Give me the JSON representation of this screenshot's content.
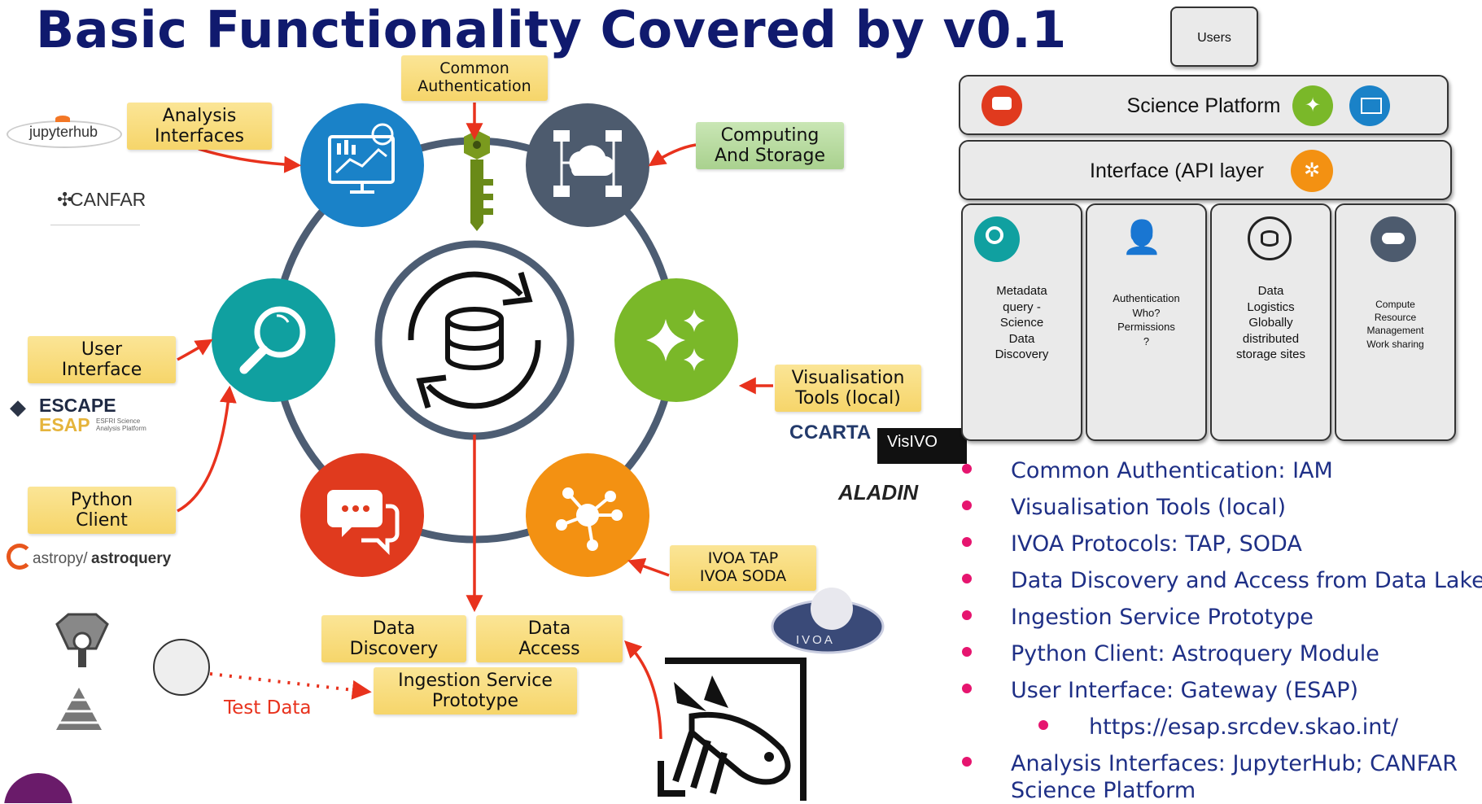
{
  "title": "Basic Functionality Covered by v0.1",
  "labels": {
    "common_auth": "Common\nAuthentication",
    "analysis_interfaces": "Analysis\nInterfaces",
    "computing_storage": "Computing\nAnd Storage",
    "user_interface": "User\nInterface",
    "python_client": "Python\nClient",
    "vis_tools": "Visualisation\nTools (local)",
    "ivoa": "IVOA TAP\nIVOA SODA",
    "data_discovery": "Data\nDiscovery",
    "data_access": "Data\nAccess",
    "ingestion": "Ingestion Service\nPrototype",
    "test_data": "Test Data"
  },
  "logos": {
    "jupyterhub": "jupyterhub",
    "canfar": "CANFAR",
    "escape": "ESCAPE",
    "esap": "ESAP",
    "esap_sub": "ESFRI Science\nAnalysis Platform",
    "astropy_prefix": "astropy/",
    "astroquery": "astroquery",
    "carta": "CARTA",
    "visivo": "VisIVO",
    "aladin": "ALADIN",
    "ivoa": "IVOA"
  },
  "architecture": {
    "users": "Users",
    "science_platform": "Science Platform",
    "interface": "Interface (API layer",
    "columns": [
      "Metadata\nquery -\nScience\nData\nDiscovery",
      "Authentication\nWho?\nPermissions\n?",
      "Data\nLogistics\nGlobally\ndistributed\nstorage sites",
      "Compute\nResource\nManagement\nWork sharing"
    ]
  },
  "bullets": [
    "Common Authentication: IAM",
    "Visualisation Tools (local)",
    "IVOA Protocols: TAP, SODA",
    "Data Discovery and Access from Data Lake",
    "Ingestion Service Prototype",
    "Python Client: Astroquery Module",
    "User Interface: Gateway (ESAP)",
    "https://esap.srcdev.skao.int/",
    "Analysis Interfaces: JupyterHub; CANFAR Science Platform"
  ],
  "colors": {
    "title": "#101a6e",
    "bullet_text": "#1e2f86",
    "bullet_dot": "#e6156f",
    "arrow": "#e8321d",
    "ring": "#4d5d73",
    "blue": "#1a82c8",
    "slate": "#4d5b6e",
    "green": "#7ab829",
    "orange": "#f39112",
    "red": "#e03a1e",
    "teal": "#10a0a0",
    "label_yellow": "#f8dc7b",
    "label_green": "#b6dc9a"
  },
  "icons": [
    "dashboard-icon",
    "cloud-network-icon",
    "sparkles-icon",
    "hub-network-icon",
    "chat-icon",
    "search-icon",
    "database-sync-icon",
    "key-icon"
  ]
}
